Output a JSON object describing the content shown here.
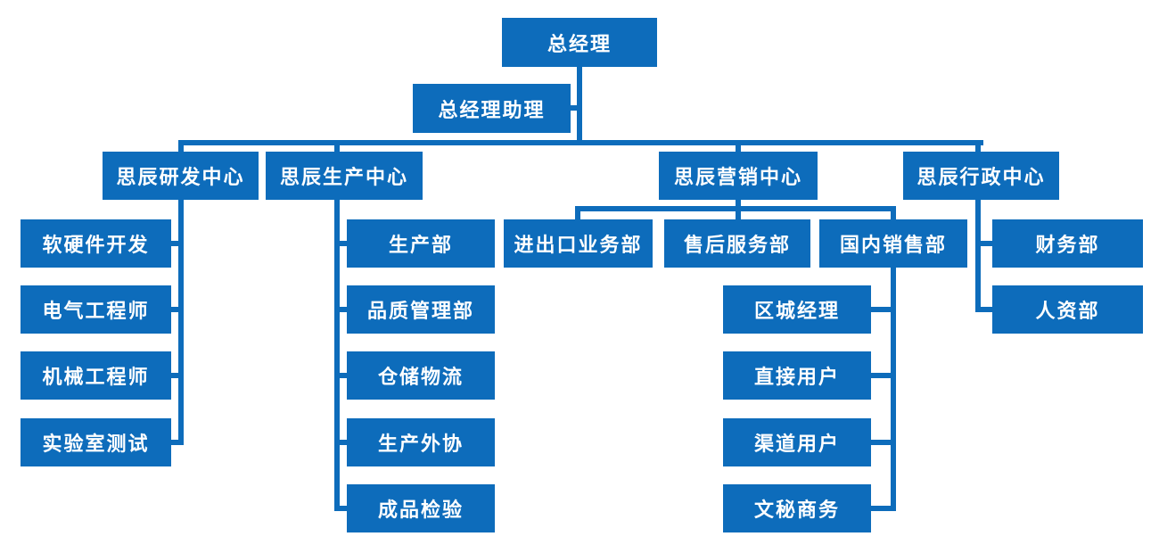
{
  "org_chart": {
    "root": {
      "label": "总经理"
    },
    "assistant": {
      "label": "总经理助理"
    },
    "centers": [
      {
        "label": "思辰研发中心",
        "children": [
          {
            "label": "软硬件开发"
          },
          {
            "label": "电气工程师"
          },
          {
            "label": "机械工程师"
          },
          {
            "label": "实验室测试"
          }
        ]
      },
      {
        "label": "思辰生产中心",
        "children": [
          {
            "label": "生产部"
          },
          {
            "label": "品质管理部"
          },
          {
            "label": "仓储物流"
          },
          {
            "label": "生产外协"
          },
          {
            "label": "成品检验"
          }
        ]
      },
      {
        "label": "思辰营销中心",
        "children": [
          {
            "label": "进出口业务部"
          },
          {
            "label": "售后服务部"
          },
          {
            "label": "国内销售部",
            "children": [
              {
                "label": "区城经理"
              },
              {
                "label": "直接用户"
              },
              {
                "label": "渠道用户"
              },
              {
                "label": "文秘商务"
              }
            ]
          }
        ]
      },
      {
        "label": "思辰行政中心",
        "children": [
          {
            "label": "财务部"
          },
          {
            "label": "人资部"
          }
        ]
      }
    ],
    "colors": {
      "node_fill": "#0d6cbb",
      "node_text": "#ffffff",
      "connector": "#0d6cbb",
      "background": "#ffffff"
    }
  }
}
